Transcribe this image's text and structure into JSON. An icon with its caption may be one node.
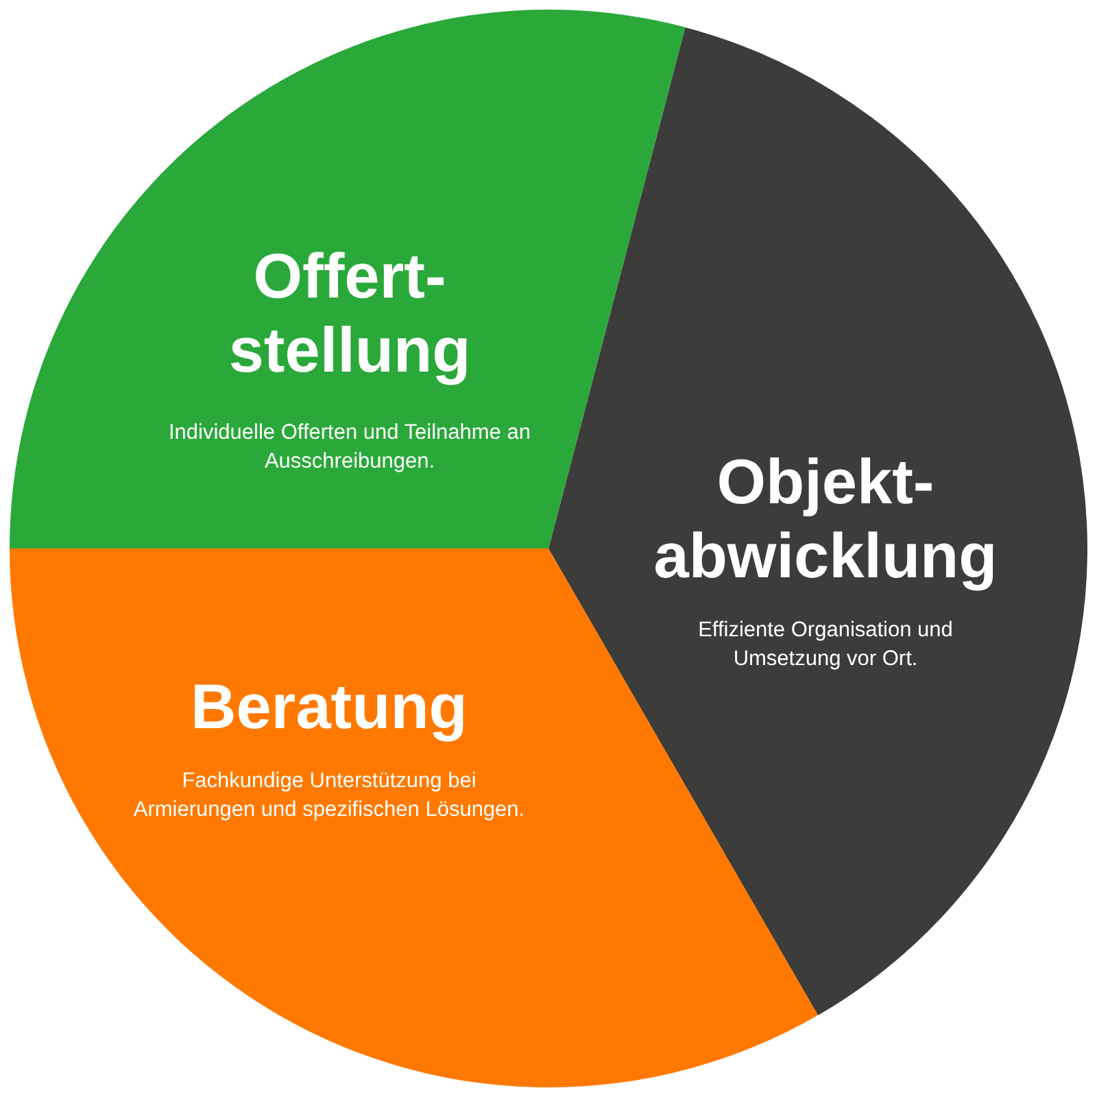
{
  "diagram": {
    "nodes": [
      {
        "text": [
          "Offert- stellung",
          "Individuelle Offerten und Teilnahme an Ausschreibungen."
        ]
      },
      {
        "text": [
          "Objekt- abwicklung",
          "Effiziente Organisation und Umsetzung vor Ort."
        ]
      },
      {
        "text": [
          "Beratung",
          "Fachkundige Unterstützung bei Armierungen und spezifischen Lösungen."
        ]
      }
    ]
  }
}
